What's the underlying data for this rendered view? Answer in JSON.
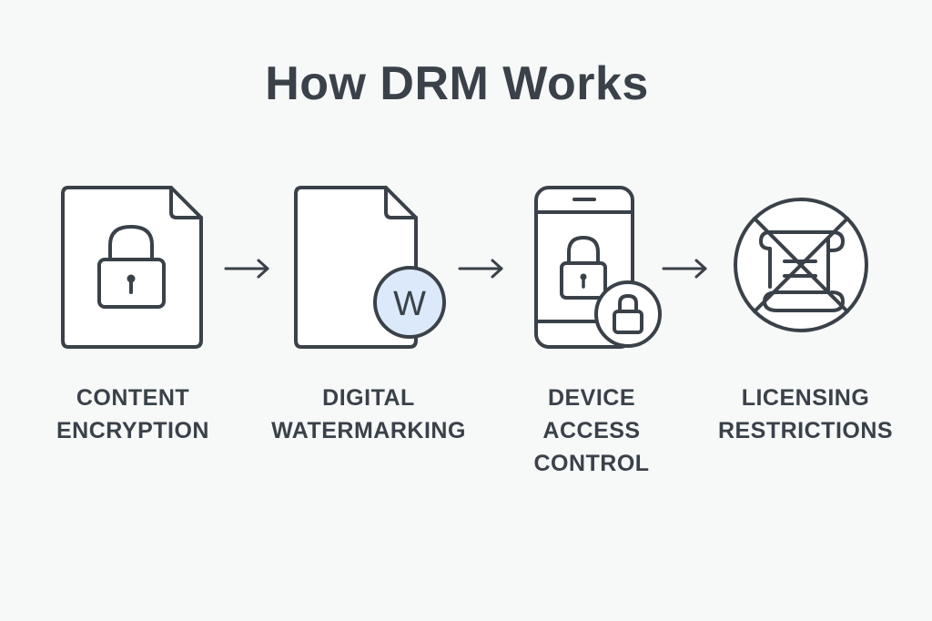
{
  "title": "How DRM Works",
  "accent_color": "#dce9fb",
  "stroke_color": "#3a4149",
  "steps": [
    {
      "icon": "locked-document-icon",
      "label_lines": [
        "CONTENT",
        "ENCRYPTION"
      ]
    },
    {
      "icon": "watermarked-document-icon",
      "badge": "W",
      "label_lines": [
        "DIGITAL",
        "WATERMARKING"
      ]
    },
    {
      "icon": "locked-phone-icon",
      "label_lines": [
        "DEVICE",
        "ACCESS",
        "CONTROL"
      ]
    },
    {
      "icon": "prohibited-license-scroll-icon",
      "label_lines": [
        "LICENSING",
        "RESTRICTIONS"
      ]
    }
  ]
}
